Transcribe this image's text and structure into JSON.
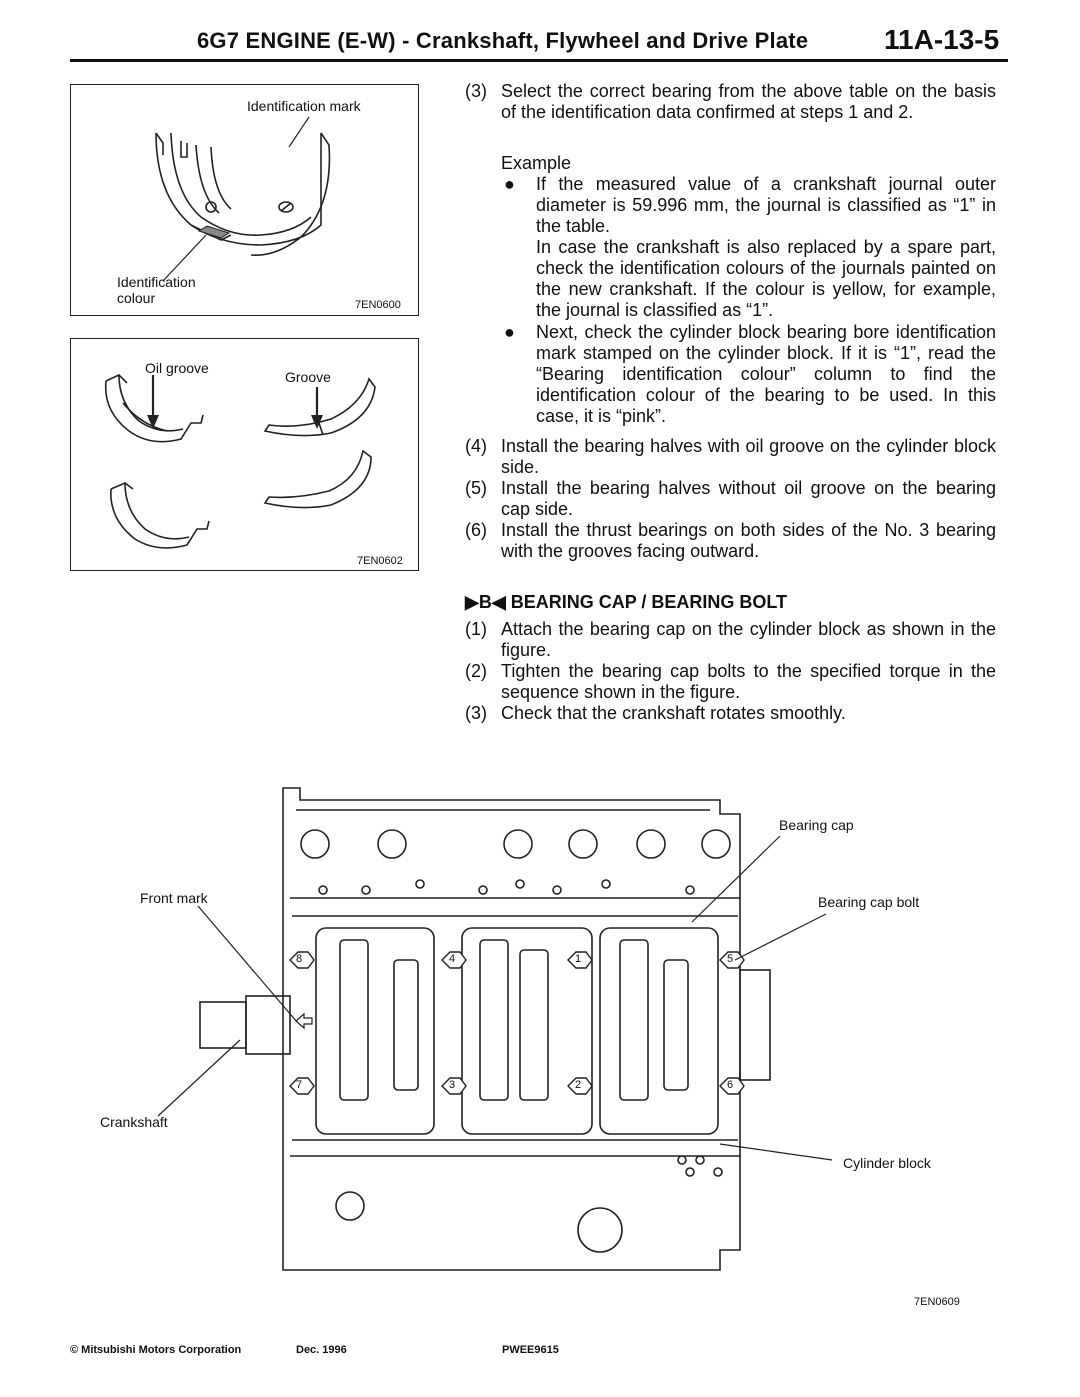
{
  "header": {
    "title": "6G7 ENGINE (E-W) - Crankshaft, Flywheel and Drive Plate",
    "page": "11A-13-5"
  },
  "figure1": {
    "label_top": "Identification mark",
    "label_bottom_1": "Identification",
    "label_bottom_2": "colour",
    "code": "7EN0600"
  },
  "figure2": {
    "label_oil_groove": "Oil groove",
    "label_groove": "Groove",
    "code": "7EN0602"
  },
  "steps": {
    "s3": {
      "num": "(3)",
      "text": "Select the correct bearing from the above table on the basis of the identification data confirmed at steps 1 and 2."
    },
    "example": "Example",
    "b1": {
      "dot": "●",
      "p1": "If the measured value of a crankshaft journal outer diameter is 59.996 mm, the journal is classified as “1” in the table.",
      "p2": "In case the crankshaft is also replaced by a spare part, check the identification colours of the journals painted on the new crankshaft. If the colour is yellow, for example, the journal is classified as “1”."
    },
    "b2": {
      "dot": "●",
      "text": "Next, check the cylinder block bearing bore identification mark stamped on the cylinder block. If it is “1”, read the “Bearing identification colour” column to find the identification colour of the bearing to be used. In this case, it is “pink”."
    },
    "s4": {
      "num": "(4)",
      "text": "Install the bearing halves with oil groove on the cylinder block side."
    },
    "s5": {
      "num": "(5)",
      "text": "Install the bearing halves without oil groove on the bearing cap side."
    },
    "s6": {
      "num": "(6)",
      "text": "Install the thrust bearings on both sides of the No. 3 bearing with the grooves facing outward."
    }
  },
  "section_b": {
    "marker": "B",
    "title": "BEARING CAP / BEARING BOLT",
    "s1": {
      "num": "(1)",
      "text": "Attach the bearing cap on the cylinder block as shown in the figure."
    },
    "s2": {
      "num": "(2)",
      "text": "Tighten the bearing cap bolts to the specified torque in the sequence shown in the figure."
    },
    "s3": {
      "num": "(3)",
      "text": "Check that the crankshaft rotates smoothly."
    }
  },
  "figure3": {
    "label_bearing_cap": "Bearing cap",
    "label_front_mark": "Front mark",
    "label_bearing_cap_bolt": "Bearing cap bolt",
    "label_crankshaft": "Crankshaft",
    "label_cylinder_block": "Cylinder block",
    "bolt_numbers": [
      "8",
      "4",
      "1",
      "5",
      "7",
      "3",
      "2",
      "6"
    ],
    "code": "7EN0609"
  },
  "footer": {
    "copyright_symbol": "©",
    "company": "Mitsubishi Motors Corporation",
    "date": "Dec. 1996",
    "doc_id": "PWEE9615"
  }
}
